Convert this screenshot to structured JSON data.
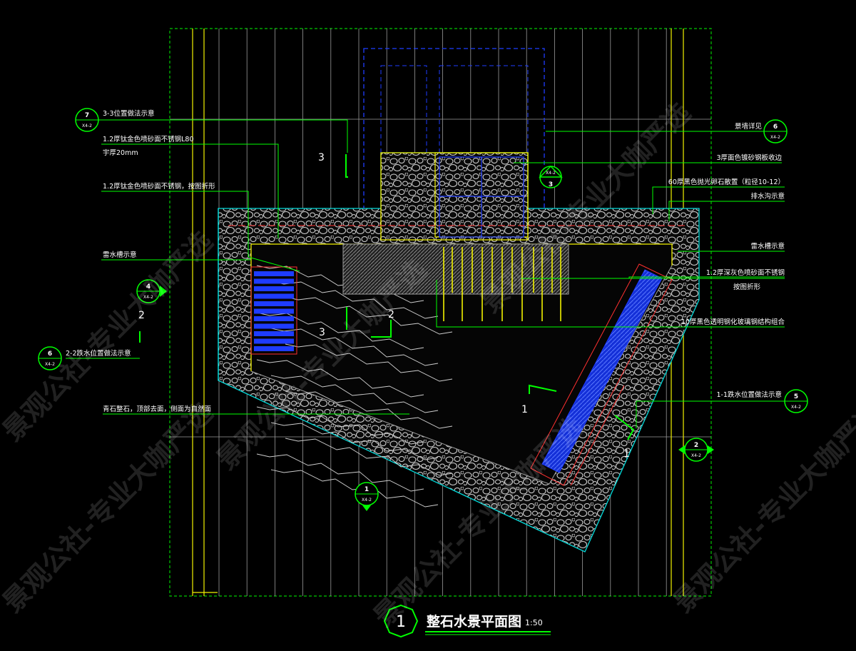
{
  "colors": {
    "background": "#000000",
    "frame": "#00c800",
    "grid": "#9a9a9a",
    "yellow_line": "#f2f200",
    "leader": "#00ff00",
    "water_edge": "#00d8d8",
    "blue": "#1e3cff",
    "red_line": "#ff3030",
    "magenta": "#ff40ff"
  },
  "annotations": {
    "left_1": "3-3位置做法示意",
    "left_2": "1.2厚钛金色喷砂面不锈钢L80",
    "left_3": "宇厚20mm",
    "left_4": "1.2厚钛金色喷砂面不锈钢，按图折形",
    "left_5": "雷水槽示意",
    "left_6": "2-2跌水位置做法示意",
    "left_7": "青石整石，顶部去面，侧面为自然面",
    "right_1": "景墙详见",
    "right_2": "3厚面色镀砂钢板收边",
    "right_3": "60厚黑色抛光卵石散置（粒径10-12）",
    "right_4": "排水沟示意",
    "right_5": "雷水槽示意",
    "right_6": "1.2厚深灰色喷砂面不锈钢",
    "right_7": "按图折形",
    "right_8": "10厚黑色透明钢化玻璃钢结构组合",
    "right_9": "1-1跌水位置做法示意"
  },
  "bubbles": [
    {
      "num": "7",
      "sheet": "X4-2"
    },
    {
      "num": "6",
      "sheet": "X4-2"
    },
    {
      "num": "3",
      "sheet": "X4-2"
    },
    {
      "num": "4",
      "sheet": "X4-2"
    },
    {
      "num": "6",
      "sheet": "X4-2"
    },
    {
      "num": "5",
      "sheet": "X4-2"
    },
    {
      "num": "2",
      "sheet": "X4-2"
    },
    {
      "num": "1",
      "sheet": "X4-2"
    }
  ],
  "section_marks": [
    "3",
    "2",
    "2",
    "3",
    "1",
    "1"
  ],
  "title": {
    "number": "1",
    "text": "整石水景平面图",
    "scale": "1:50"
  },
  "watermark": "景观公社-专业大咖严选"
}
